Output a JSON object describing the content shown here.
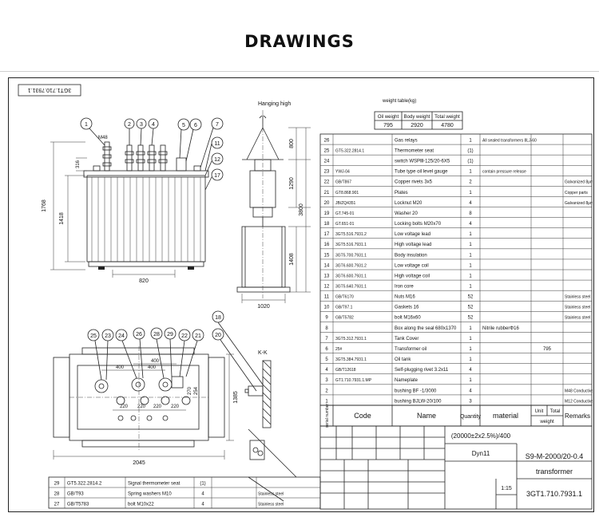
{
  "heading": "DRAWINGS",
  "drawing": {
    "stamp_code": "3GT1.710.7931.1",
    "hanging_label": "Hanging high",
    "section_label": "K-K",
    "front_callouts": [
      "1",
      "2",
      "3",
      "4",
      "5",
      "6",
      "7",
      "11",
      "12",
      "17"
    ],
    "top_callouts": [
      "25",
      "23",
      "24",
      "26",
      "28",
      "29",
      "22",
      "21",
      "18",
      "20"
    ],
    "misc_labels": [
      "M48",
      "316"
    ],
    "dims": {
      "front_height": "1768",
      "front_inner": "1418",
      "front_base": "820",
      "side_top": "800",
      "side_mid": "1290",
      "side_total": "3800",
      "side_low": "1408",
      "side_base": "1020",
      "top_width": "2045",
      "top_depth": "1385",
      "top_400a": "400",
      "top_400b": "400",
      "top_400c": "400",
      "top_220": [
        "220",
        "220",
        "220",
        "220"
      ],
      "top_270": "270",
      "top_254": "254"
    }
  },
  "weight_table": {
    "title": "weight table(kg)",
    "headers": [
      "Oil weight",
      "Body weight",
      "Total weight"
    ],
    "values": [
      "795",
      "2920",
      "4780"
    ]
  },
  "parts": [
    {
      "no": "26",
      "code": "",
      "name": "Gas relays",
      "qty": "1",
      "material": "All sealed transformers 8LJ-60",
      "remark": ""
    },
    {
      "no": "25",
      "code": "GT5.322.2814.1",
      "name": "Thermometer seat",
      "qty": "(1)",
      "material": "",
      "remark": ""
    },
    {
      "no": "24",
      "code": "",
      "name": "switch  WSPⅢ-125/20-6X5",
      "qty": "(1)",
      "material": "",
      "remark": ""
    },
    {
      "no": "23",
      "code": "YWJ-04",
      "name": "Tube type oil level gauge",
      "qty": "1",
      "material": "contain pressure release",
      "remark": ""
    },
    {
      "no": "22",
      "code": "GB/T867",
      "name": "Copper rivets  3x5",
      "qty": "2",
      "material": "",
      "remark": "Galvanized  8μm"
    },
    {
      "no": "21",
      "code": "GT8.868.901",
      "name": "Plates",
      "qty": "1",
      "material": "",
      "remark": "Copper parts"
    },
    {
      "no": "20",
      "code": "JB/ZQ4351",
      "name": "Locknut  M20",
      "qty": "4",
      "material": "",
      "remark": "Galvanized  8μm"
    },
    {
      "no": "19",
      "code": "GT.745-01",
      "name": "Washer  20",
      "qty": "8",
      "material": "",
      "remark": ""
    },
    {
      "no": "18",
      "code": "GT.651-01",
      "name": "Locking bolts    M20x70",
      "qty": "4",
      "material": "",
      "remark": ""
    },
    {
      "no": "17",
      "code": "3GT5.516.7931.2",
      "name": "Low voltage lead",
      "qty": "1",
      "material": "",
      "remark": ""
    },
    {
      "no": "16",
      "code": "3GT5.516.7931.1",
      "name": "High voltage lead",
      "qty": "1",
      "material": "",
      "remark": ""
    },
    {
      "no": "15",
      "code": "3GT5.700.7931.1",
      "name": "Body insulation",
      "qty": "1",
      "material": "",
      "remark": ""
    },
    {
      "no": "14",
      "code": "3GT6.600.7931.2",
      "name": "Low voltage coil",
      "qty": "1",
      "material": "",
      "remark": ""
    },
    {
      "no": "13",
      "code": "3GT6.600.7931.1",
      "name": "High voltage coil",
      "qty": "1",
      "material": "",
      "remark": ""
    },
    {
      "no": "12",
      "code": "3GT5.640.7931.1",
      "name": "Iron core",
      "qty": "1",
      "material": "",
      "remark": ""
    },
    {
      "no": "11",
      "code": "GB/T6170",
      "name": "Nuts          M16",
      "qty": "52",
      "material": "",
      "remark": "Stainless steel"
    },
    {
      "no": "10",
      "code": "GB/T97.1",
      "name": "Gaskets  16",
      "qty": "52",
      "material": "",
      "remark": "Stainless steel"
    },
    {
      "no": "9",
      "code": "GB/T5782",
      "name": "bolt         M16x60",
      "qty": "52",
      "material": "",
      "remark": "Stainless steel"
    },
    {
      "no": "8",
      "code": "",
      "name": "Box along the seal 680x1370",
      "qty": "1",
      "material": "Nitrile rubberΦ16",
      "remark": ""
    },
    {
      "no": "7",
      "code": "3GT5.312.7931.1",
      "name": "Tank Cover",
      "qty": "1",
      "material": "",
      "remark": ""
    },
    {
      "no": "6",
      "code": "25#",
      "name": "Transformer oil",
      "qty": "1",
      "material": "",
      "remark": "795"
    },
    {
      "no": "5",
      "code": "3GT5.384.7931.1",
      "name": "Oil tank",
      "qty": "1",
      "material": "",
      "remark": ""
    },
    {
      "no": "4",
      "code": "GB/T12618",
      "name": "Self-plugging rivet 3.2x11",
      "qty": "4",
      "material": "",
      "remark": ""
    },
    {
      "no": "3",
      "code": "GT1.710.7931.1.MP",
      "name": "Nameplate",
      "qty": "1",
      "material": "",
      "remark": ""
    },
    {
      "no": "2",
      "code": "",
      "name": "bushing    BF -1/3000",
      "qty": "4",
      "material": "",
      "remark": "M48 Conductive rod"
    },
    {
      "no": "1",
      "code": "",
      "name": "bushing    BJLW-20/100",
      "qty": "3",
      "material": "",
      "remark": "M12 Conductive rod"
    }
  ],
  "parts_header": {
    "no": "serial number",
    "code": "Code",
    "name": "Name",
    "qty": "Quantity",
    "material": "material",
    "unit": "Unit",
    "total": "Total",
    "weight": "weight",
    "remarks": "Remarks"
  },
  "lower_parts": [
    {
      "no": "29",
      "code": "GT5.322.2814.2",
      "name": "Signal thermometer seat",
      "qty": "(1)",
      "material": ""
    },
    {
      "no": "28",
      "code": "GB/T93",
      "name": "Spring washers  M10",
      "qty": "4",
      "material": "Stainless steel"
    },
    {
      "no": "27",
      "code": "GB/T5783",
      "name": "bolt          M10x22",
      "qty": "4",
      "material": "Stainless steel"
    }
  ],
  "title_block": {
    "ratio": "(20000±2x2.5%)/400",
    "group": "Dyn11",
    "model": "S9-M-2000/20-0.4",
    "product": "transformer",
    "scale": "1:15",
    "code": "3GT1.710.7931.1"
  }
}
